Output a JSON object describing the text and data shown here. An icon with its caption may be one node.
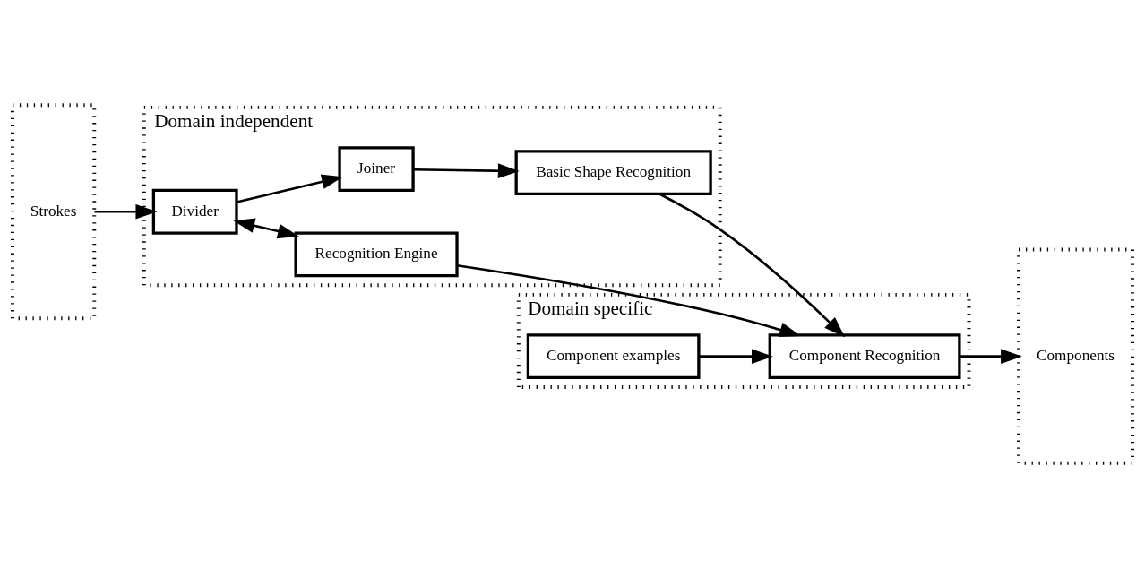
{
  "diagram": {
    "nodes": [
      {
        "text": [
          "Strokes"
        ]
      },
      {
        "text": [
          "Domain independent"
        ]
      },
      {
        "text": [
          "Recognition Engine"
        ],
        "in": 1
      },
      {
        "text": [
          "Divider"
        ],
        "in": 1
      },
      {
        "text": [
          "Joiner"
        ],
        "in": 1
      },
      {
        "text": [
          "Basic Shape Recognition"
        ],
        "in": 1
      },
      {
        "text": [
          "Domain specific"
        ]
      },
      {
        "text": [
          "Component examples"
        ],
        "in": 6
      },
      {
        "text": [
          "Component Recognition"
        ],
        "in": 6
      },
      {
        "text": [
          "Components"
        ]
      }
    ],
    "edges": [
      {
        "from": 0,
        "to": 3,
        "arrow": "to"
      },
      {
        "from": 3,
        "to": 2,
        "arrow": "both"
      },
      {
        "from": 3,
        "to": 4,
        "arrow": "to"
      },
      {
        "from": 4,
        "to": 5,
        "arrow": "to"
      },
      {
        "from": 2,
        "to": 8,
        "arrow": "to"
      },
      {
        "from": 5,
        "to": 8,
        "arrow": "to"
      },
      {
        "from": 7,
        "to": 8,
        "arrow": "to"
      },
      {
        "from": 8,
        "to": 9,
        "arrow": "to"
      }
    ]
  }
}
